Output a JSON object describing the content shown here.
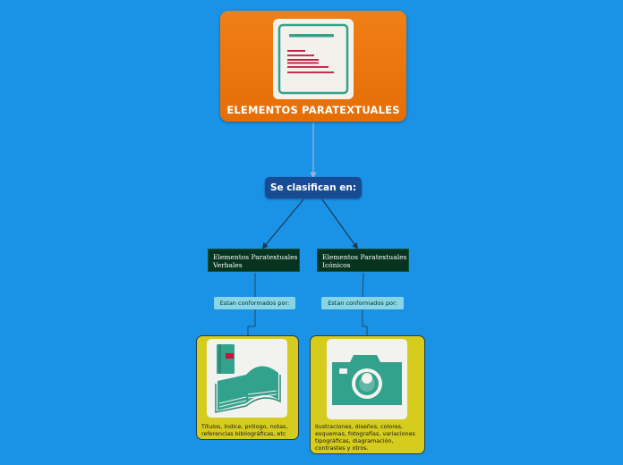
{
  "root": {
    "title": "ELEMENTOS PARATEXTUALES",
    "icon": "document-icon"
  },
  "classify": {
    "label": "Se clasifican en:"
  },
  "categories": [
    {
      "label": "Elementos Paratextuales Verbales",
      "connector": "Estan conformados por:",
      "description": "Títulos, índice, prólogo, notas, referencias bibliográficas, etc",
      "icon": "books-icon"
    },
    {
      "label": "Elementos Paratextuales Icónicos",
      "connector": "Estan conformados por:",
      "description": "Ilustraciones, diseños, colores, esquemas, fotografías, variaciones tipográficas, diagramación, contrastes y otros.",
      "icon": "camera-icon"
    }
  ],
  "colors": {
    "background": "#1a93e6",
    "root": "#ec7a10",
    "classify": "#174c94",
    "category": "#063421",
    "pill": "#87d5e6",
    "card": "#d6cc1d",
    "icon": "#33a28d"
  }
}
